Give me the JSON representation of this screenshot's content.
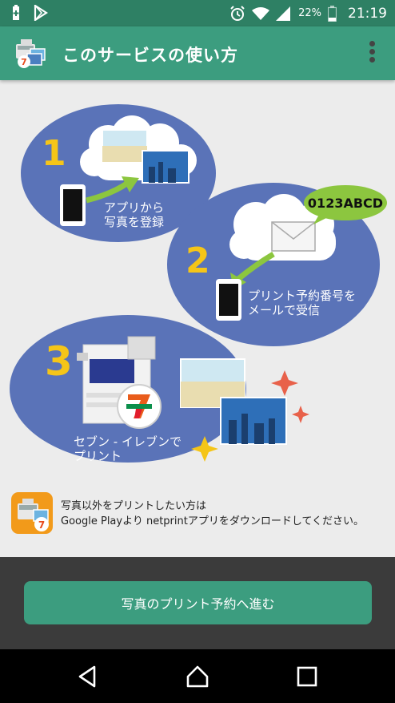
{
  "status_bar": {
    "battery_percent": "22%",
    "time": "21:19"
  },
  "app_bar": {
    "title": "このサービスの使い方",
    "menu_icon": "more-vert-icon"
  },
  "steps": [
    {
      "number": "1",
      "label_line1": "アプリから",
      "label_line2": "写真を登録"
    },
    {
      "number": "2",
      "label_line1": "プリント予約番号を",
      "label_line2": "メールで受信",
      "code": "0123ABCD"
    },
    {
      "number": "3",
      "label_line1": "セブン - イレブンで",
      "label_line2": "プリント"
    }
  ],
  "notice": {
    "line1": "写真以外をプリントしたい方は",
    "line2": "Google Playより netprintアプリをダウンロードしてください。"
  },
  "cta": {
    "label": "写真のプリント予約へ進む"
  },
  "colors": {
    "accent": "#3c9d7f",
    "status_bar": "#2e8064",
    "bubble": "#5a73b8",
    "number": "#f5c518"
  }
}
